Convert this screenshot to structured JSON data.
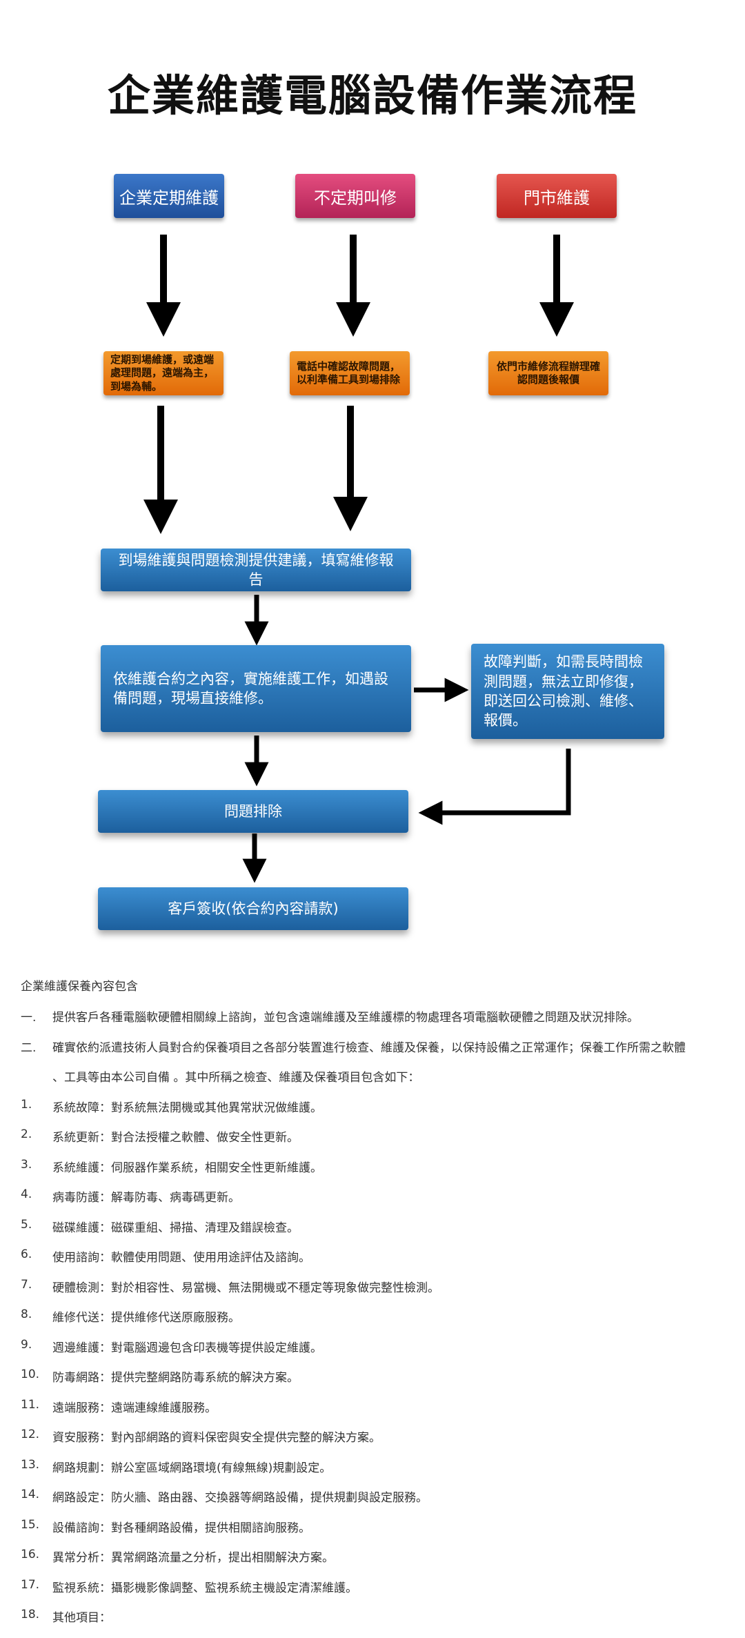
{
  "title": "企業維護電腦設備作業流程",
  "flow": {
    "sources": [
      "企業定期維護",
      "不定期叫修",
      "門市維護"
    ],
    "notes": [
      "定期到場維護，或遠端處理問題，遠端為主，到場為輔。",
      "電話中確認故障問題，以利準備工具到場排除",
      "依門市維修流程辦理確認問題後報價"
    ],
    "step_onsite": "到場維護與問題檢測提供建議，填寫維修報告",
    "step_contract": "依維護合約之內容，實施維護工作，如遇設備問題，現場直接維修。",
    "step_fault": "故障判斷，如需長時間檢測問題，無法立即修復，即送回公司檢測、維修、報價。",
    "step_resolve": "問題排除",
    "step_signoff": "客戶簽收(依合約內容請款)"
  },
  "content": {
    "heading": "企業維護保養內容包含",
    "intro": [
      {
        "num": "一.",
        "text": "提供客戶各種電腦軟硬體相關線上諮詢，並包含遠端維護及至維護標的物處理各項電腦軟硬體之問題及狀況排除。"
      },
      {
        "num": "二.",
        "text": "確實依約派遣技術人員對合約保養項目之各部分裝置進行檢查、維護及保養，以保持設備之正常運作；保養工作所需之軟體",
        "cont": "、工具等由本公司自備 。其中所稱之檢查、維護及保養項目包含如下："
      }
    ],
    "items": [
      {
        "num": "1.",
        "text": "系統故障：對系統無法開機或其他異常狀況做維護。"
      },
      {
        "num": "2.",
        "text": "系統更新：對合法授權之軟體、做安全性更新。"
      },
      {
        "num": "3.",
        "text": "系統維護：伺服器作業系統，相關安全性更新維護。"
      },
      {
        "num": "4.",
        "text": "病毒防護：解毒防毒、病毒碼更新。"
      },
      {
        "num": "5.",
        "text": "磁碟維護：磁碟重組、掃描、清理及錯誤檢查。"
      },
      {
        "num": "6.",
        "text": "使用諮詢：軟體使用問題、使用用途評估及諮詢。"
      },
      {
        "num": "7.",
        "text": "硬體檢測：對於相容性、易當機、無法開機或不穩定等現象做完整性檢測。"
      },
      {
        "num": "8.",
        "text": "維修代送：提供維修代送原廠服務。"
      },
      {
        "num": "9.",
        "text": "週邊維護：對電腦週邊包含印表機等提供設定維護。"
      },
      {
        "num": "10.",
        "text": "防毒網路：提供完整網路防毒系統的解決方案。"
      },
      {
        "num": "11.",
        "text": "遠端服務：遠端連線維護服務。"
      },
      {
        "num": "12.",
        "text": "資安服務：對內部網路的資料保密與安全提供完整的解決方案。"
      },
      {
        "num": "13.",
        "text": "網路規劃：辦公室區域網路環境(有線無線)規劃設定。"
      },
      {
        "num": "14.",
        "text": "網路設定：防火牆、路由器、交換器等網路設備，提供規劃與設定服務。"
      },
      {
        "num": "15.",
        "text": "設備諮詢：對各種網路設備，提供相關諮詢服務。"
      },
      {
        "num": "16.",
        "text": "異常分析：異常網路流量之分析，提出相關解決方案。"
      },
      {
        "num": "17.",
        "text": "監視系統：攝影機影像調整、監視系統主機設定清潔維護。"
      },
      {
        "num": "18.",
        "text": "其他項目："
      }
    ]
  }
}
